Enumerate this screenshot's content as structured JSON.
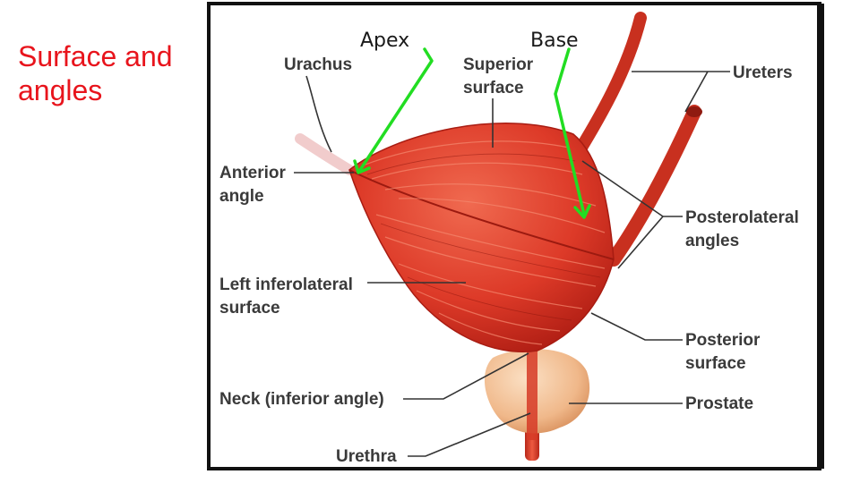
{
  "slide": {
    "title_line1": "Surface and",
    "title_line2": "angles"
  },
  "callouts": {
    "apex": "Apex",
    "base": "Base"
  },
  "labels": {
    "urachus": "Urachus",
    "superior_line1": "Superior",
    "superior_line2": "surface",
    "ureters": "Ureters",
    "anterior_line1": "Anterior",
    "anterior_line2": "angle",
    "posterolateral_line1": "Posterolateral",
    "posterolateral_line2": "angles",
    "left_inferolateral_line1": "Left inferolateral",
    "left_inferolateral_line2": "surface",
    "posterior_line1": "Posterior",
    "posterior_line2": "surface",
    "neck": "Neck (inferior angle)",
    "prostate": "Prostate",
    "urethra": "Urethra"
  },
  "colors": {
    "title": "#e8141c",
    "arrow": "#22dd22",
    "muscle": "#dd3a28",
    "prostate": "#f0b88a"
  }
}
